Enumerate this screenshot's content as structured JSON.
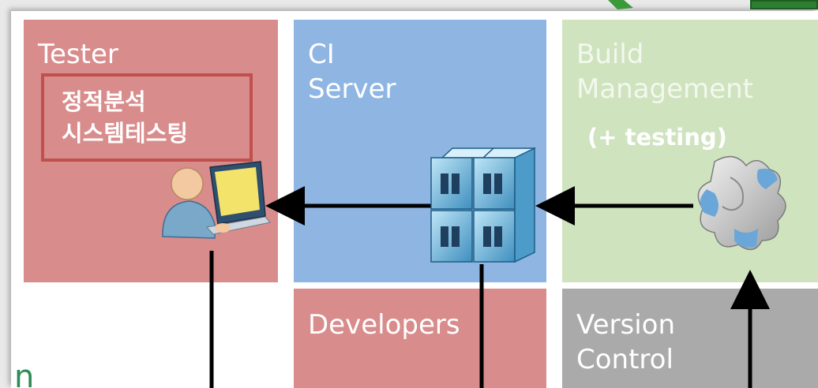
{
  "tiles": {
    "tester": {
      "title": "Tester",
      "note": "정적분석\n시스템테스팅"
    },
    "ci_server": {
      "title": "CI\nServer"
    },
    "build": {
      "title": "Build\nManagement",
      "note": "(+ testing)"
    },
    "developers": {
      "title": "Developers"
    },
    "version_control": {
      "title": "Version\nControl"
    }
  },
  "partial_text": "n",
  "icons": {
    "tester": "person-laptop-icon",
    "ci_server": "server-rack-icon",
    "build": "puzzle-pieces-icon"
  },
  "colors": {
    "tester_tile": "#d98c8c",
    "ci_tile": "#8fb6e3",
    "build_tile": "#cfe3bf",
    "developers_tile": "#d98c8c",
    "version_control_tile": "#aaaaaa",
    "note_border": "#c0504d",
    "arrows": "#000000"
  }
}
